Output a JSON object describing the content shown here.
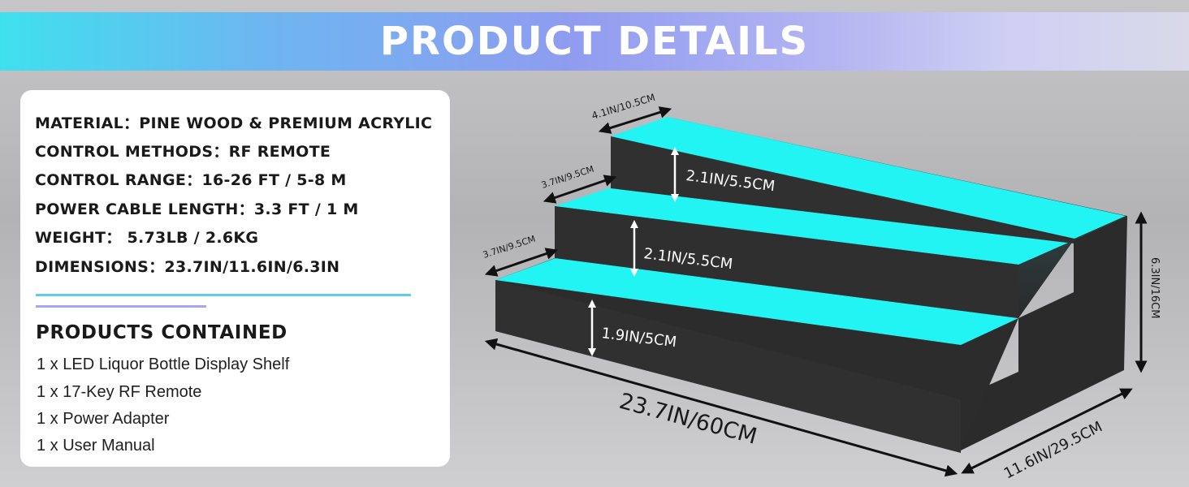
{
  "header": {
    "title": "PRODUCT DETAILS"
  },
  "specs": [
    {
      "label": "MATERIAL：",
      "value": "PINE WOOD & PREMIUM ACRYLIC"
    },
    {
      "label": "CONTROL METHODS：",
      "value": "RF REMOTE"
    },
    {
      "label": "CONTROL RANGE：",
      "value": "16-26 FT / 5-8 M"
    },
    {
      "label": "POWER CABLE LENGTH：",
      "value": "3.3 FT / 1 M"
    },
    {
      "label": "WEIGHT：",
      "value": " 5.73LB / 2.6KG"
    },
    {
      "label": "DIMENSIONS：",
      "value": "23.7IN/11.6IN/6.3IN"
    }
  ],
  "contained": {
    "title": "PRODUCTS CONTAINED",
    "items": [
      "1 x LED Liquor Bottle Display Shelf",
      "1 x 17-Key RF Remote",
      "1 x Power Adapter",
      "1 x User Manual"
    ]
  },
  "dimensions": {
    "top_depth": "4.1IN/10.5CM",
    "mid_depth": "3.7IN/9.5CM",
    "low_depth": "3.7IN/9.5CM",
    "riser_top": "2.1IN/5.5CM",
    "riser_mid": "2.1IN/5.5CM",
    "riser_low": "1.9IN/5CM",
    "height": "6.3IN/16CM",
    "width": "23.7IN/60CM",
    "depth": "11.6IN/29.5CM"
  },
  "colors": {
    "glow": "#22f4f4",
    "body": "#2b2b2b",
    "banner_start": "#3fe0ee",
    "banner_end": "#d9d9ea"
  }
}
